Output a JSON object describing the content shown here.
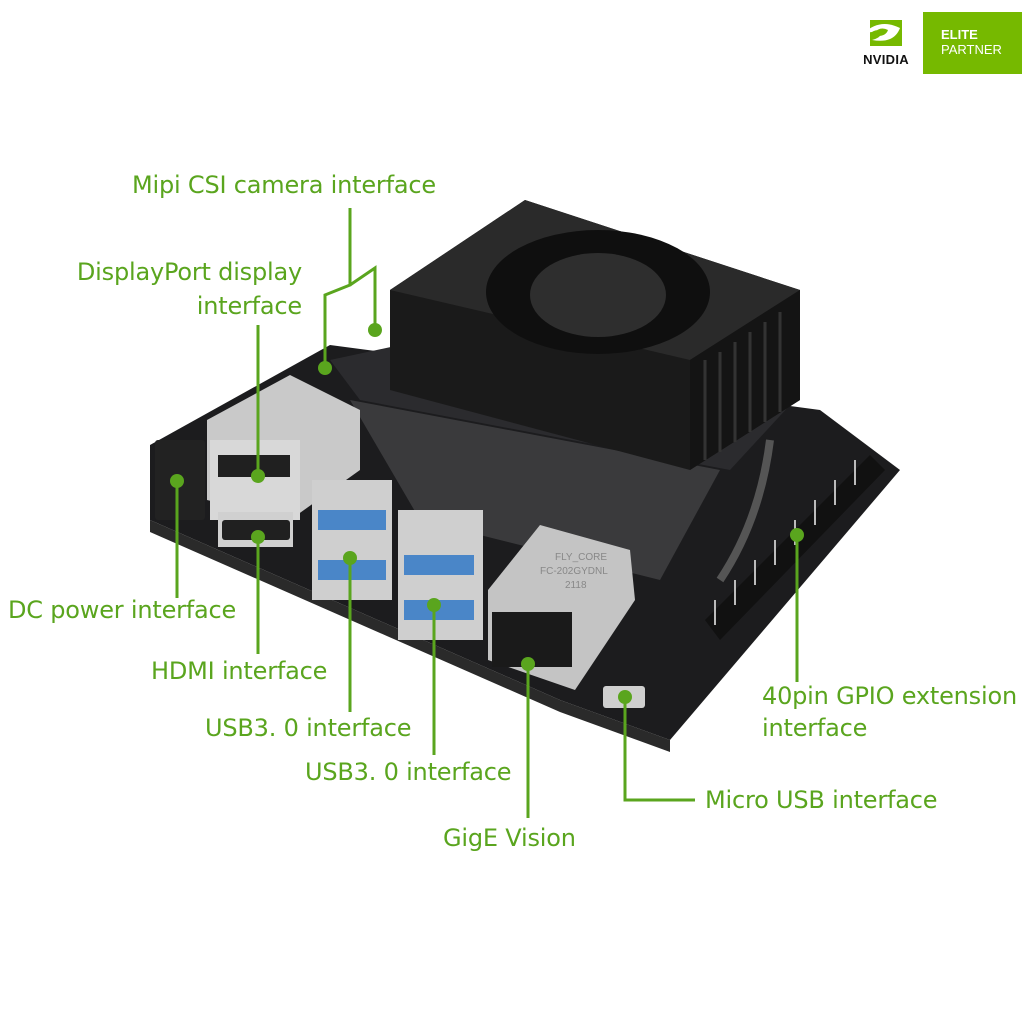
{
  "brand": {
    "logo_name": "NVIDIA",
    "badge_line1": "ELITE",
    "badge_line2": "PARTNER",
    "badge_color": "#76b900"
  },
  "accent_color": "#5aa51e",
  "callouts": [
    {
      "id": "mipi-csi",
      "text": "Mipi CSI camera interface"
    },
    {
      "id": "displayport",
      "line1": "DisplayPort display",
      "line2": "interface"
    },
    {
      "id": "dc-power",
      "text": "DC power interface"
    },
    {
      "id": "hdmi",
      "text": "HDMI interface"
    },
    {
      "id": "usb3-a",
      "text": "USB3. 0 interface"
    },
    {
      "id": "usb3-b",
      "text": "USB3. 0 interface"
    },
    {
      "id": "gige",
      "text": "GigE Vision"
    },
    {
      "id": "micro-usb",
      "text": "Micro USB interface"
    },
    {
      "id": "gpio",
      "line1": "40pin GPIO extension",
      "line2": "interface"
    }
  ],
  "board": {
    "rj45_label_line1": "FLY_CORE",
    "rj45_label_line2": "FC-202GYDNL",
    "rj45_label_line3": "2118"
  }
}
